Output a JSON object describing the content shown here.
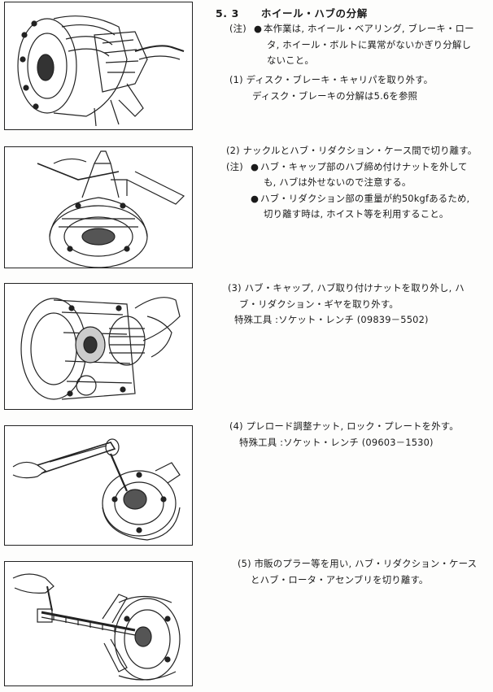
{
  "section": {
    "number": "5. 3",
    "title": "ホイール・ハブの分解"
  },
  "intro_note": {
    "label": "(注)",
    "bullet": "●",
    "lines": [
      "本作業は, ホイール・ベアリング, ブレーキ・ロー",
      "タ, ホイール・ボルトに異常がないかぎり分解し",
      "ないこと。"
    ]
  },
  "steps": [
    {
      "number": "(1)",
      "lines": [
        "ディスク・ブレーキ・キャリパを取り外す。",
        "ディスク・ブレーキの分解は5.6を参照"
      ]
    },
    {
      "number": "(2)",
      "lines": [
        "ナックルとハブ・リダクション・ケース間で切り離す。"
      ],
      "note": {
        "label": "(注)",
        "bullets": [
          {
            "bullet": "●",
            "lines": [
              "ハブ・キャップ部のハブ締め付けナットを外して",
              "も, ハブは外せないので注意する。"
            ]
          },
          {
            "bullet": "●",
            "lines": [
              "ハブ・リダクション部の重量が約50kgfあるため,",
              "切り離す時は, ホイスト等を利用すること。"
            ]
          }
        ]
      }
    },
    {
      "number": "(3)",
      "lines": [
        "ハブ・キャップ, ハブ取り付けナットを取り外し, ハ",
        "ブ・リダクション・ギヤを取り外す。"
      ],
      "special_tool": {
        "label": "特殊工具 : ",
        "value": "ソケット・レンチ (09839－5502)"
      }
    },
    {
      "number": "(4)",
      "lines": [
        "プレロード調整ナット, ロック・プレートを外す。"
      ],
      "special_tool": {
        "label": "特殊工具 : ",
        "value": "ソケット・レンチ (09603－1530)"
      }
    },
    {
      "number": "(5)",
      "lines": [
        "市販のプラー等を用い, ハブ・リダクション・ケース",
        "とハブ・ロータ・アセンブリを切り離す。"
      ]
    }
  ]
}
